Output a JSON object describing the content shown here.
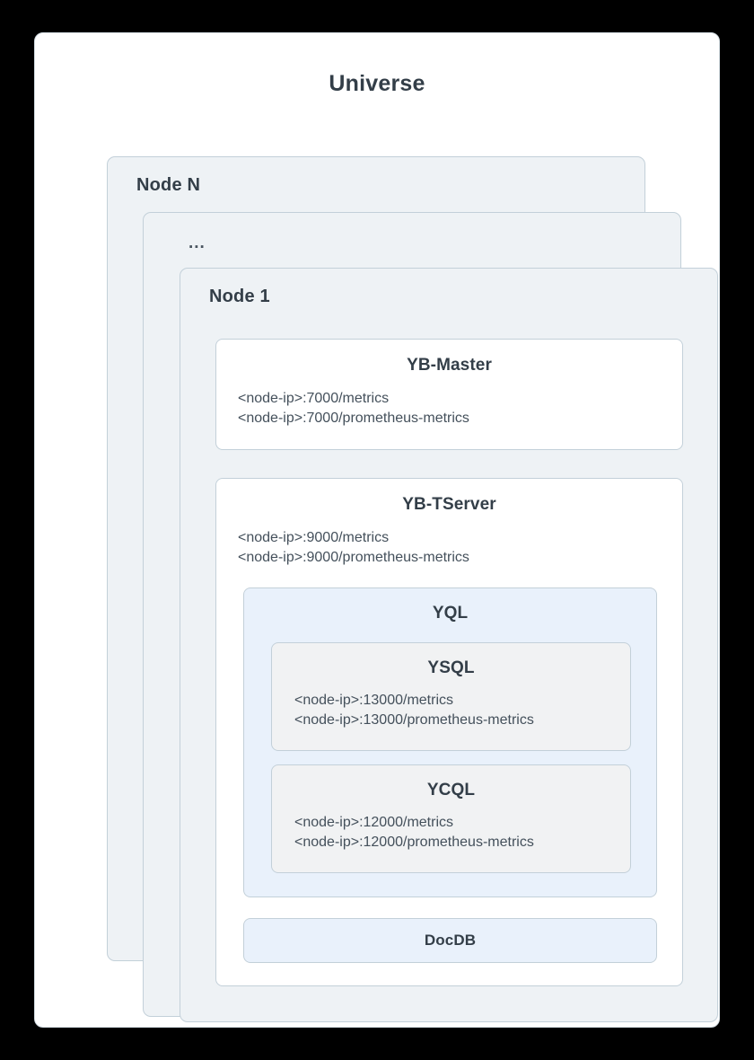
{
  "diagram": {
    "title": "Universe",
    "nodes": [
      {
        "name": "node-n",
        "label": "Node N"
      },
      {
        "name": "node-ellipsis",
        "label": "..."
      },
      {
        "name": "node-1",
        "label": "Node 1"
      }
    ],
    "node1": {
      "master": {
        "title": "YB-Master",
        "endpoints": [
          "<node-ip>:7000/metrics",
          "<node-ip>:7000/prometheus-metrics"
        ]
      },
      "tserver": {
        "title": "YB-TServer",
        "endpoints": [
          "<node-ip>:9000/metrics",
          "<node-ip>:9000/prometheus-metrics"
        ],
        "yql": {
          "title": "YQL",
          "apis": [
            {
              "title": "YSQL",
              "endpoints": [
                "<node-ip>:13000/metrics",
                "<node-ip>:13000/prometheus-metrics"
              ]
            },
            {
              "title": "YCQL",
              "endpoints": [
                "<node-ip>:12000/metrics",
                "<node-ip>:12000/prometheus-metrics"
              ]
            }
          ]
        },
        "docdb": {
          "title": "DocDB"
        }
      }
    },
    "colors": {
      "page_background": "#000000",
      "card_background": "#ffffff",
      "node_background": "#eef2f5",
      "node_border": "#c3d0d9",
      "yql_background": "#e9f1fb",
      "api_background": "#f1f2f3",
      "heading_text": "#333e48",
      "body_text": "#44505b"
    }
  }
}
